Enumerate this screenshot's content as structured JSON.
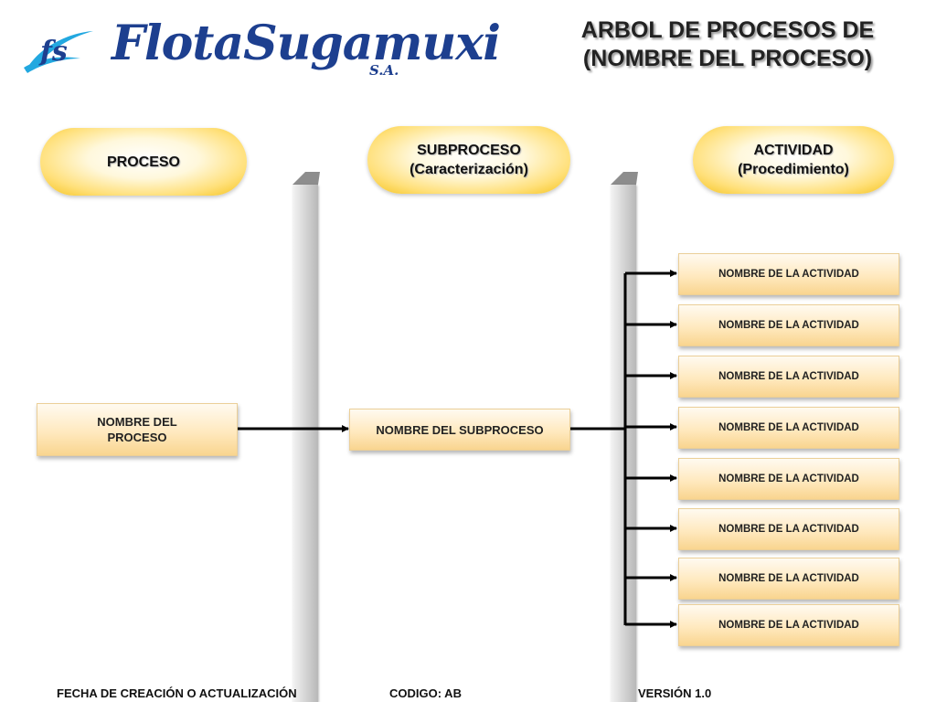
{
  "logo": {
    "mark": "fs",
    "name": "FlotaSugamuxi",
    "suffix": "S.A."
  },
  "title": {
    "line1": "ARBOL DE PROCESOS DE",
    "line2": "(NOMBRE DEL PROCESO)"
  },
  "headers": {
    "proceso": {
      "line1": "PROCESO",
      "line2": ""
    },
    "subproceso": {
      "line1": "SUBPROCESO",
      "line2": "(Caracterización)"
    },
    "actividad": {
      "line1": "ACTIVIDAD",
      "line2": "(Procedimiento)"
    }
  },
  "proceso_box": "NOMBRE DEL PROCESO",
  "subproceso_box": "NOMBRE DEL SUBPROCESO",
  "actividades": [
    "NOMBRE DE LA ACTIVIDAD",
    "NOMBRE DE LA ACTIVIDAD",
    "NOMBRE DE LA ACTIVIDAD",
    "NOMBRE DE LA ACTIVIDAD",
    "NOMBRE DE LA ACTIVIDAD",
    "NOMBRE DE LA ACTIVIDAD",
    "NOMBRE DE LA ACTIVIDAD",
    "NOMBRE DE LA ACTIVIDAD"
  ],
  "footer": {
    "fecha": "FECHA DE CREACIÓN O ACTUALIZACIÓN",
    "codigo": "CODIGO: AB",
    "version": "VERSIÓN 1.0"
  },
  "colors": {
    "brand_blue": "#1d3f8f",
    "logo_cyan": "#22a8e0",
    "pill_gold": "#f5c21a",
    "box_fill": "#ffe9bf"
  }
}
